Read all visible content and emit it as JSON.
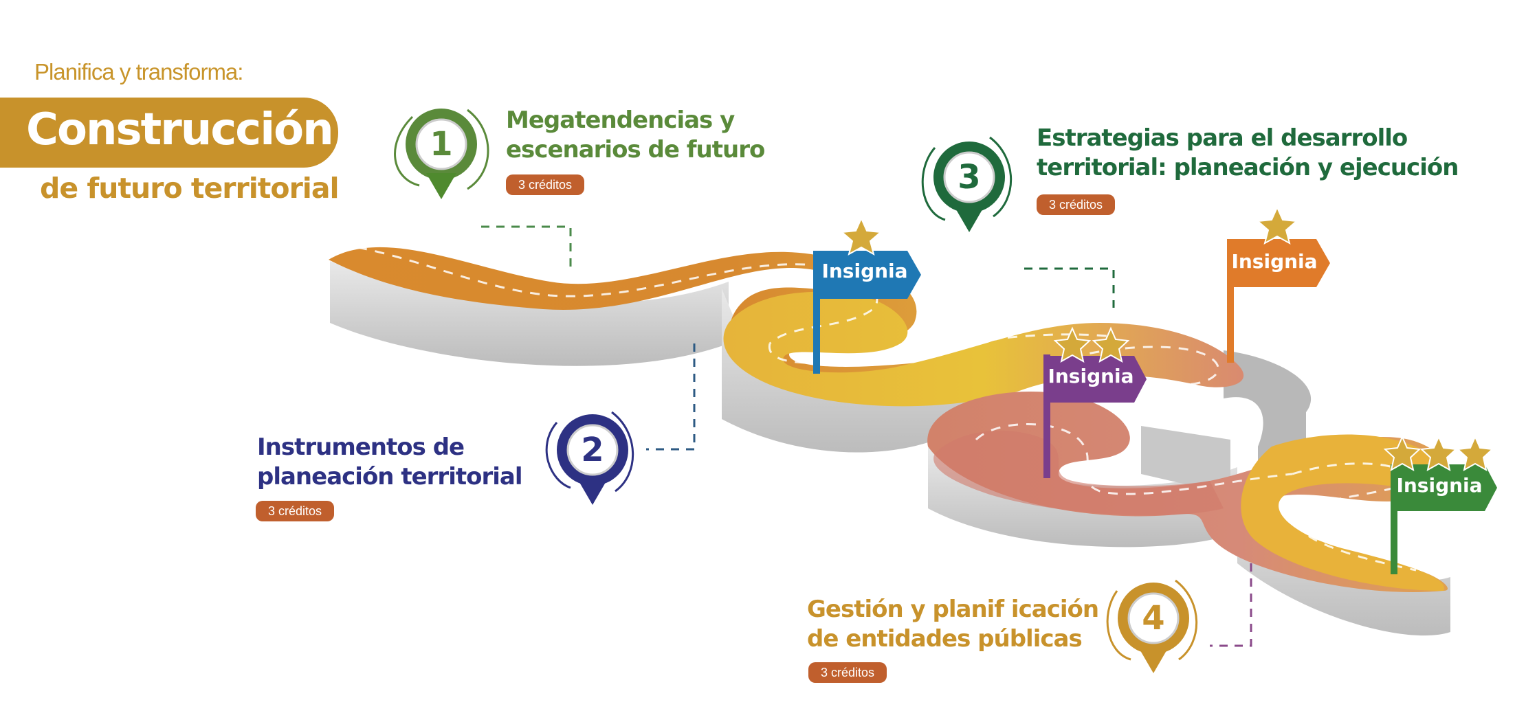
{
  "header": {
    "pretitle": "Planifica y transforma:",
    "title": "Construcción",
    "subtitle": "de futuro territorial"
  },
  "modules": [
    {
      "number": "1",
      "title_line1": "Megatendencias y",
      "title_line2": "escenarios de futuro",
      "credits": "3 créditos",
      "color": "#5a8a3a"
    },
    {
      "number": "2",
      "title_line1": "Instrumentos de",
      "title_line2": "planeación territorial",
      "credits": "3 créditos",
      "color": "#2d3183"
    },
    {
      "number": "3",
      "title_line1": "Estrategias para el desarrollo",
      "title_line2": "territorial: planeación y ejecución",
      "credits": "3 créditos",
      "color": "#1f6a3c"
    },
    {
      "number": "4",
      "title_line1": "Gestión y planif icación",
      "title_line2": "de entidades públicas",
      "credits": "3 créditos",
      "color": "#c8922b"
    }
  ],
  "badges": [
    {
      "label": "Insignia",
      "stars": 1,
      "color": "#1f78b4",
      "icon": "star-icon"
    },
    {
      "label": "Insignia",
      "stars": 2,
      "color": "#7a3e8c",
      "icon": "star-icon"
    },
    {
      "label": "Insignia",
      "stars": 1,
      "color": "#e07b2a",
      "icon": "star-icon"
    },
    {
      "label": "Insignia",
      "stars": 3,
      "color": "#3a8a3a",
      "icon": "star-icon"
    }
  ],
  "colors": {
    "accent": "#c8922b",
    "credit_badge": "#c05f2d",
    "road_orange": "#d98a2e",
    "road_yellow": "#e8c23a",
    "road_pink": "#d68a78"
  }
}
